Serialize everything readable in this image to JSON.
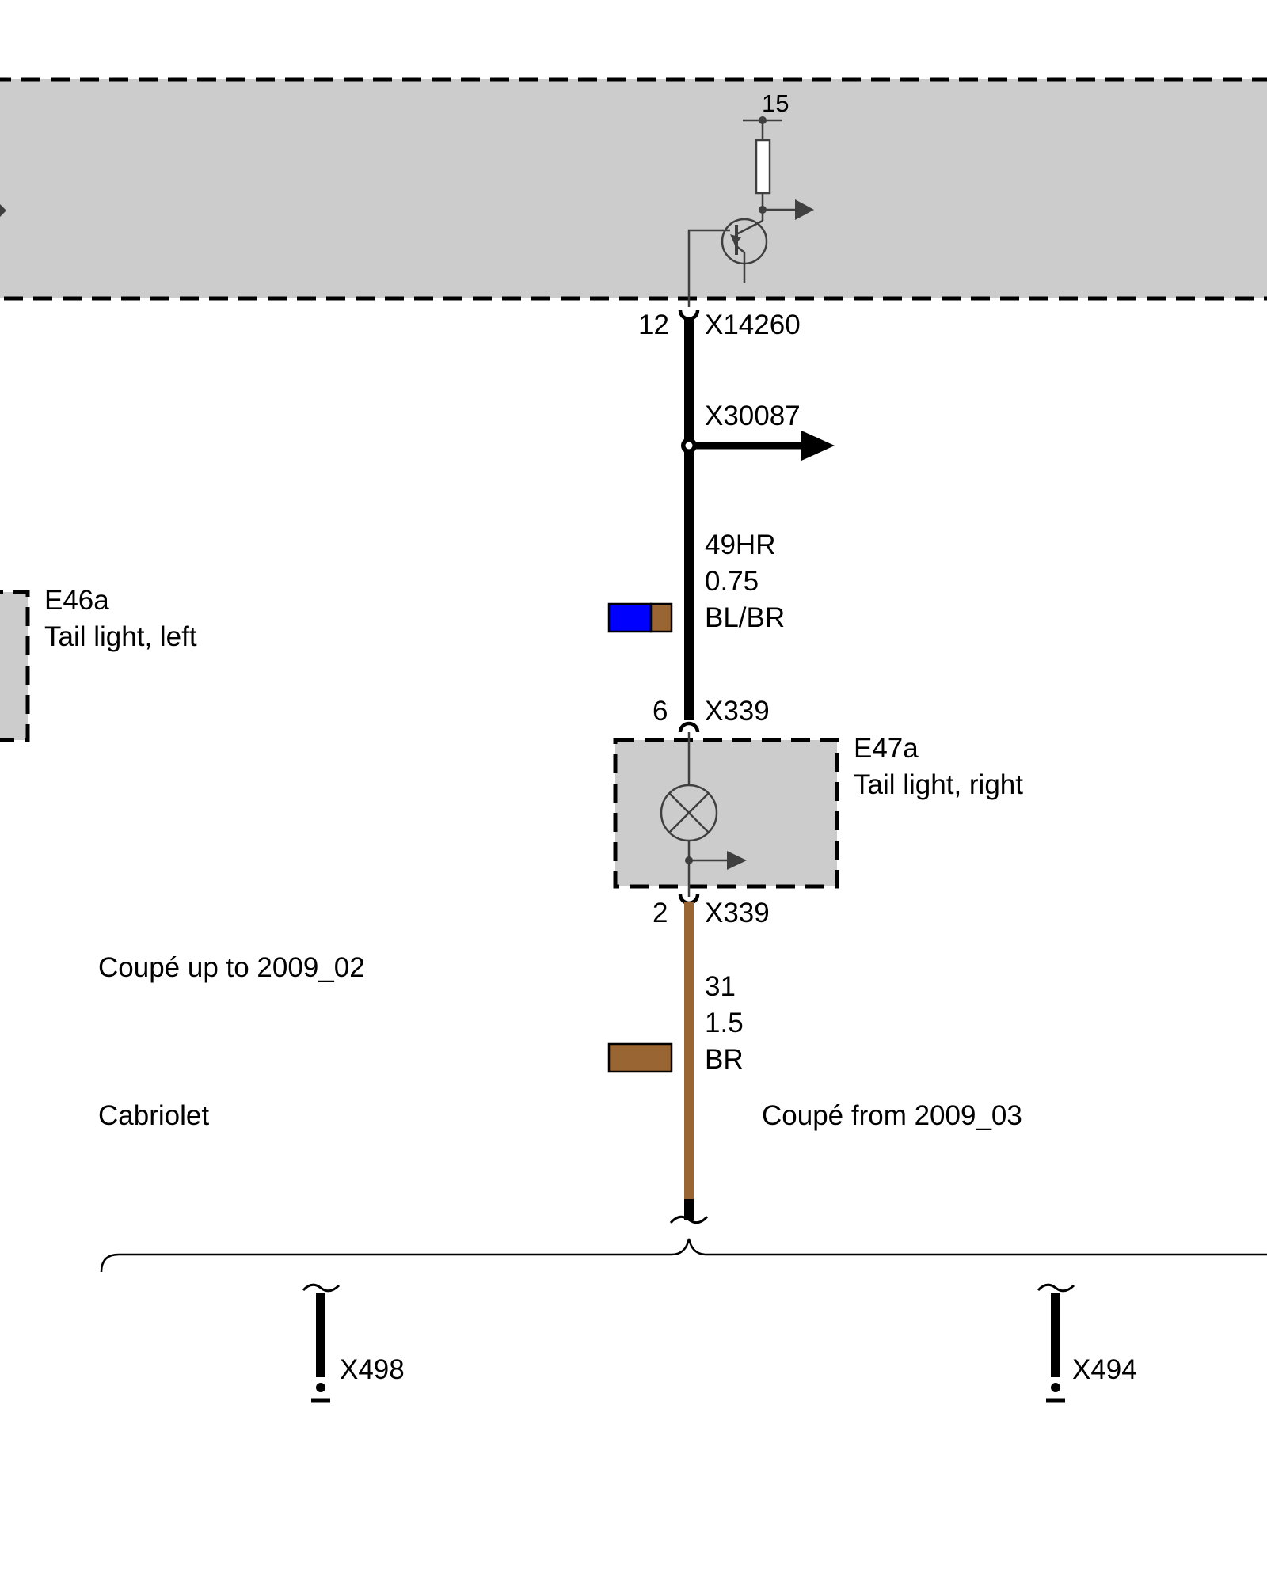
{
  "colors": {
    "module_fill": "#cccccc",
    "wire_black": "#000000",
    "wire_brown": "#996633",
    "blue": "#0000ff",
    "brown": "#996633",
    "outline": "#000000",
    "symbol": "#3f3f3f"
  },
  "control_unit": {
    "terminal": "15",
    "pin": "12",
    "connector": "X14260"
  },
  "splice": {
    "name": "X30087"
  },
  "wire_upper": {
    "signal": "49HR",
    "cross_section": "0.75",
    "color_code": "BL/BR"
  },
  "tail_light_left": {
    "id": "E46a",
    "description": "Tail light, left"
  },
  "tail_light_right": {
    "id": "E47a",
    "description": "Tail light, right",
    "pin_in": "6",
    "connector_in": "X339",
    "pin_out": "2",
    "connector_out": "X339"
  },
  "wire_lower": {
    "signal": "31",
    "cross_section": "1.5",
    "color_code": "BR"
  },
  "variants": {
    "coupe_early": "Coupé up to 2009_02",
    "cabriolet": "Cabriolet",
    "coupe_late": "Coupé from 2009_03"
  },
  "ground_points": {
    "left": "X498",
    "right": "X494"
  }
}
